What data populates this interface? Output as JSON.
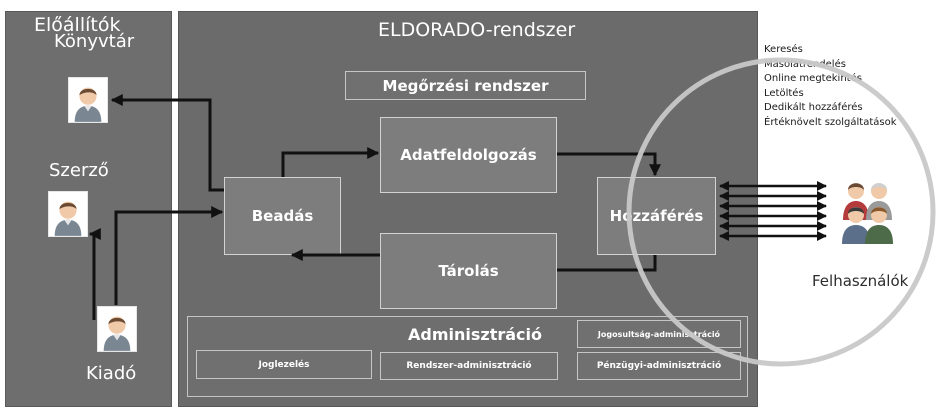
{
  "left_panel": {
    "title": "Előállítók",
    "library_label": "Könyvtár",
    "author_label": "Szerző",
    "publisher_label": "Kiadó"
  },
  "main_panel": {
    "title": "ELDORADO-rendszer",
    "preservation": "Megőrzési rendszer",
    "data_processing": "Adatfeldolgozás",
    "ingest": "Beadás",
    "access": "Hozzáférés",
    "storage": "Tárolás",
    "administration": {
      "title": "Adminisztráció",
      "legal": "Joglezelés",
      "rights_admin": "Jogosultság-adminisztráció",
      "system_admin": "Rendszer-adminisztráció",
      "financial_admin": "Pénzügyi-adminisztráció"
    }
  },
  "access_features": [
    "Keresés",
    "Másolatrendelés",
    "Online megtekintés",
    "Letöltés",
    "Dedikált hozzáférés",
    "Értéknövelt szolgáltatások"
  ],
  "users_label": "Felhasználók",
  "colors": {
    "panel": "#6e6e6e",
    "box": "#7d7d7d",
    "box_border": "#d2d2d2",
    "arrow": "#111111",
    "circle": "#c8c8c8",
    "text_light": "#ffffff",
    "text_dark": "#1a1a1a"
  },
  "icons": {
    "person": "person-icon",
    "users_group": "users-group-icon"
  }
}
